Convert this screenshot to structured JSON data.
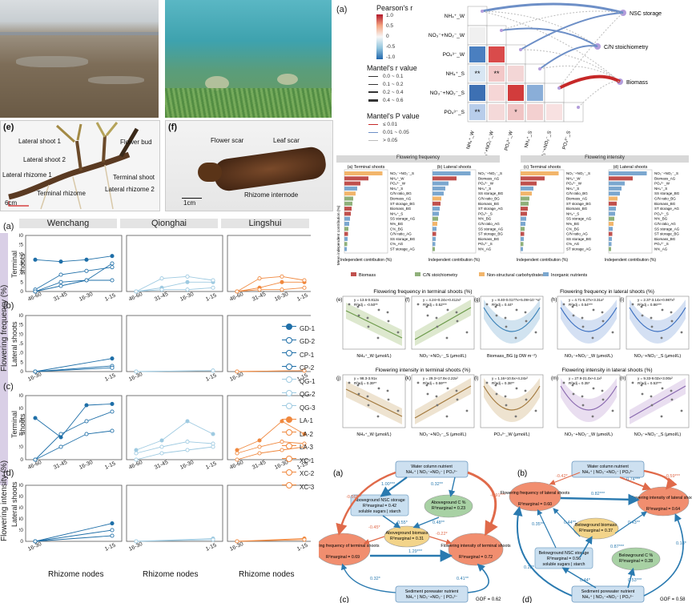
{
  "photos": {
    "e": {
      "label": "(e)",
      "annotations": [
        "Lateral shoot 1",
        "Lateral shoot 2",
        "Flower bud",
        "Lateral rhizome 1",
        "Terminal shoot",
        "Lateral rhizome 2",
        "Terminal rhizome",
        "6cm"
      ]
    },
    "f": {
      "label": "(f)",
      "annotations": [
        "Flower scar",
        "Leaf scar",
        "Rhizome internode",
        "1cm"
      ]
    }
  },
  "figure_a_left": {
    "sites": [
      "Wenchang",
      "Qionghai",
      "Lingshui"
    ],
    "row_labels": [
      "(a)",
      "(b)",
      "(c)",
      "(d)"
    ],
    "y_axis_group_top": "Flowering frequency (%)",
    "y_axis_group_bottom": "Flowering intensity (%)",
    "row_titles": [
      "Terminal shoots",
      "Lateral shoots",
      "Terminal shoots",
      "Lateral shoots"
    ],
    "x_title": "Rhizome nodes",
    "x_ticks_full": [
      "46-60",
      "31-45",
      "16-30",
      "1-15"
    ],
    "x_ticks_short": [
      "16-30",
      "1-15"
    ],
    "y_ticks_a": [
      "0",
      "5",
      "10",
      "15",
      "20",
      "25",
      "30"
    ],
    "y_ticks_b": [
      "0",
      "5",
      "10",
      "15",
      "20",
      "25",
      "30"
    ],
    "y_ticks_c": [
      "0",
      "20",
      "40",
      "60",
      "80",
      "100"
    ],
    "y_ticks_d": [
      "0",
      "20",
      "40",
      "60",
      "80",
      "100"
    ],
    "legend": [
      "GD-1",
      "GD-2",
      "CP-1",
      "CP-2",
      "QG-1",
      "QG-2",
      "QG-3",
      "LA-1",
      "LA-2",
      "LA-3",
      "XC-1",
      "XC-2",
      "XC-3"
    ],
    "colors": {
      "GD": "#1f6fa8",
      "QG": "#9ecae1",
      "LA": "#f0883e"
    }
  },
  "figure_a_right": {
    "label": "(a)",
    "pearson_title": "Pearson's r",
    "pearson_ticks": [
      "1.0",
      "0.5",
      "0",
      "-0.5",
      "-1.0"
    ],
    "mantel_r_title": "Mantel's r value",
    "mantel_r_items": [
      "0.0 ~ 0.1",
      "0.1 ~ 0.2",
      "0.2 ~ 0.4",
      "0.4 ~ 0.6"
    ],
    "mantel_p_title": "Mantel's P value",
    "mantel_p_items": [
      "≤ 0.01",
      "0.01 ~ 0.05",
      "> 0.05"
    ],
    "row_names": [
      "NH₄⁺_W",
      "NO₃⁻+NO₂⁻_W",
      "PO₄³⁻_W",
      "NH₄⁺_S",
      "NO₃⁻+NO₂⁻_S",
      "PO₄³⁻_S"
    ],
    "targets": [
      "NSC storage",
      "C/N stoichiometry",
      "Biomass"
    ]
  },
  "importance": {
    "top_titles": [
      "Flowering frequency",
      "Flowering intensity"
    ],
    "subtitles": [
      "(a) Terminal shoots",
      "(b) Lateral shoots",
      "(c) Terminal shoots",
      "(d) Lateral shoots"
    ],
    "y_title": "Mean independent contribution (%)",
    "x_title": "Independent contribution (%)",
    "legend": [
      "Biomass",
      "C/N stoichiometry",
      "Non-structural carbohydrates",
      "Inorganic nutrients"
    ],
    "legend_colors": [
      "#c0504d",
      "#8fb07a",
      "#f2b56b",
      "#7ba7cf"
    ],
    "labels_a": [
      "NO₃⁻+NO₂⁻_S",
      "NH₄⁺_W",
      "PO₄³⁻_W",
      "NH₄⁺_S",
      "C/N ratio_BG",
      "Biomass_AG",
      "ST storage_BG",
      "Biomass_BG",
      "NH₄⁺_S",
      "SS storage_AG",
      "N%_BG",
      "C%_BG",
      "C/N ratio_AG",
      "SS storage_BG",
      "C%_AG",
      "ST storage_AG"
    ],
    "labels_b": [
      "NO₃⁻+NO₂⁻_S",
      "Biomass_AG",
      "PO₄³⁻_W",
      "NH₄⁺_S",
      "SS storage_BG",
      "C/N ratio_BG",
      "Biomass_BG",
      "ST storage_AG",
      "PO₄³⁻_S",
      "N%_BG",
      "C/N ratio_AG",
      "SS storage_AG",
      "ST storage_BG",
      "Biomass_BG",
      "PO₄³⁻_S",
      "N%_AG"
    ]
  },
  "scatter": {
    "row1_title_left": "Flowering frequency in terminal shoots (%)",
    "row1_title_right": "Flowering frequency in lateral shoots (%)",
    "row2_title_left": "Flowering intensity in terminal shoots (%)",
    "row2_title_right": "Flowering intensity in lateral shoots (%)",
    "panels": [
      {
        "label": "(e)",
        "eq": "y = 13.6-0.812x",
        "r2": "R²adj = -0.50**",
        "x": "NH₄⁺_W (μmol/L)"
      },
      {
        "label": "(f)",
        "eq": "y = 4.24+0.24x+0.412x²",
        "r2": "R²adj = 0.52***",
        "x": "NO₃⁻+NO₂⁻_S (μmol/L)"
      },
      {
        "label": "(g)",
        "eq": "y = 8.40-0.0177x+5.09×10⁻⁶x²",
        "r2": "R²adj = 0.44*",
        "x": "Biomass_BG (g DW m⁻²)"
      },
      {
        "label": "(h)",
        "eq": "y = 4.71-6.27x+3.31x²",
        "r2": "R²adj = 0.54***",
        "x": "NO₃⁻+NO₂⁻_W (μmol/L)"
      },
      {
        "label": "(i)",
        "eq": "y = 2.37-3.14x+0.987x²",
        "r2": "R²adj = 0.86***",
        "x": "NO₃⁻+NO₂⁻_S (μmol/L)"
      },
      {
        "label": "(j)",
        "eq": "y = 98.3-3.91x",
        "r2": "R²adj = 0.39**",
        "x": "NH₄⁺_W (μmol/L)"
      },
      {
        "label": "(k)",
        "eq": "y = 29.3+17.9x-2.22x²",
        "r2": "R²adj = 0.59***",
        "x": "NO₃⁻+NO₂⁻_S (μmol/L)"
      },
      {
        "label": "(l)",
        "eq": "y = 1.16+10.5x+4.24x²",
        "r2": "R²adj = 0.38**",
        "x": "PO₄³⁻_W (μmol/L)"
      },
      {
        "label": "(m)",
        "eq": "y = 27.9-21.0x+4.1x²",
        "r2": "R²adj = 0.35*",
        "x": "NO₃⁻+NO₂⁻_W (μmol/L)"
      },
      {
        "label": "(n)",
        "eq": "y = 9.33-9.02x+3.00x²",
        "r2": "R²adj = 0.53***",
        "x": "NO₃⁻+NO₂⁻_S (μmol/L)"
      }
    ]
  },
  "sem": {
    "left": {
      "label": "(a)",
      "bottom_label": "(c)",
      "top_box": "Water column nutrient",
      "top_sub": "NH₄⁺ | NO₃⁻+NO₂⁻ | PO₄³⁻",
      "nsc_box": "Aboveground NSC storage",
      "nsc_r2": "R²marginal = 0.42",
      "nsc_sub": "soluble sugars | starch",
      "cn_box": "Aboveground C %",
      "cn_r2": "R²marginal = 0.23",
      "bio_box": "Aboveground biomass",
      "bio_r2": "R²marginal = 0.31",
      "ff_box": "Flowering frequency of terminal shoots",
      "ff_r2": "R²marginal = 0.69",
      "fi_box": "Flowering intensity of terminal shoots",
      "fi_r2": "R²marginal = 0.72",
      "bottom_box": "Sediment porewater nutrient",
      "bottom_sub": "NH₄⁺ | NO₃⁻+NO₂⁻ | PO₄³⁻",
      "gof": "GOF = 0.62",
      "coefs": [
        "1.00***",
        "0.32**",
        "-0.56***",
        "-0.45*",
        "0.55*",
        "0.48**",
        "-0.22*",
        "-0.91***",
        "1.29***",
        "0.32*",
        "0.41**"
      ]
    },
    "right": {
      "label": "(b)",
      "bottom_label": "(d)",
      "top_box": "Water column nutrient",
      "top_sub": "NH₄⁺ | NO₃⁻+NO₂⁻ | PO₄³⁻",
      "ff_box": "Flowering frequency of lateral shoots",
      "ff_r2": "R²marginal = 0.60",
      "fi_box": "Flowering intensity of lateral shoots",
      "fi_r2": "R²marginal = 0.64",
      "bio_box": "Belowground biomass",
      "bio_r2": "R²marginal = 0.37",
      "nsc_box": "Belowground NSC storage",
      "nsc_r2": "R²marginal = 0.56",
      "nsc_sub": "soluble sugars | starch",
      "cn_box": "Belowground C %",
      "cn_r2": "R²marginal = 0.28",
      "bottom_box": "Sediment porewater nutrient",
      "bottom_sub": "NH₄⁺ | NO₃⁻+NO₂⁻ | PO₄³⁻",
      "gof": "GOF = 0.58",
      "coefs": [
        "-0.42*",
        "0.74***",
        "-0.59***",
        "0.82***",
        "0.43**",
        "0.44**",
        "0.87***",
        "0.18*",
        "0.35**",
        "0.28*",
        "0.44*",
        "0.53***"
      ]
    }
  }
}
